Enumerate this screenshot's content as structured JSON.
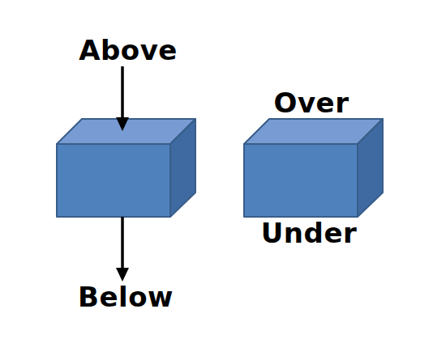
{
  "diagram": {
    "labels": [
      "Above",
      "Below",
      "Over",
      "Under"
    ]
  }
}
